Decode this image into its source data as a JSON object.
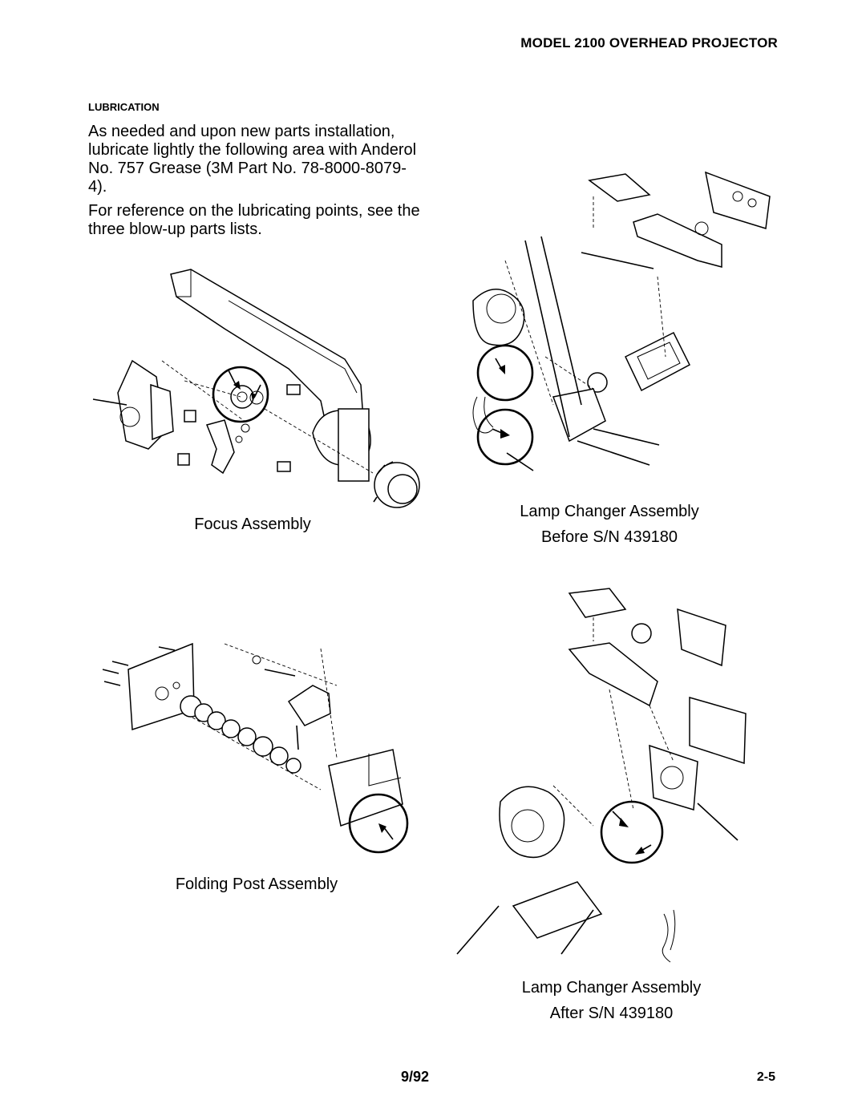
{
  "header": {
    "title": "MODEL 2100 OVERHEAD PROJECTOR"
  },
  "section": {
    "title": "LUBRICATION",
    "paragraphs": [
      "As needed and upon new parts installation, lubricate lightly the following area with Anderol No. 757 Grease (3M Part No. 78-8000-8079-4).",
      "For reference on the lubricating points, see the three blow-up parts lists."
    ]
  },
  "figures": {
    "focus": {
      "caption": "Focus Assembly"
    },
    "lamp_before": {
      "caption_line1": "Lamp Changer Assembly",
      "caption_line2": "Before S/N 439180"
    },
    "folding_post": {
      "caption": "Folding Post Assembly"
    },
    "lamp_after": {
      "caption_line1": "Lamp Changer Assembly",
      "caption_line2": "After S/N 439180"
    }
  },
  "footer": {
    "date": "9/92",
    "page": "2-5"
  }
}
